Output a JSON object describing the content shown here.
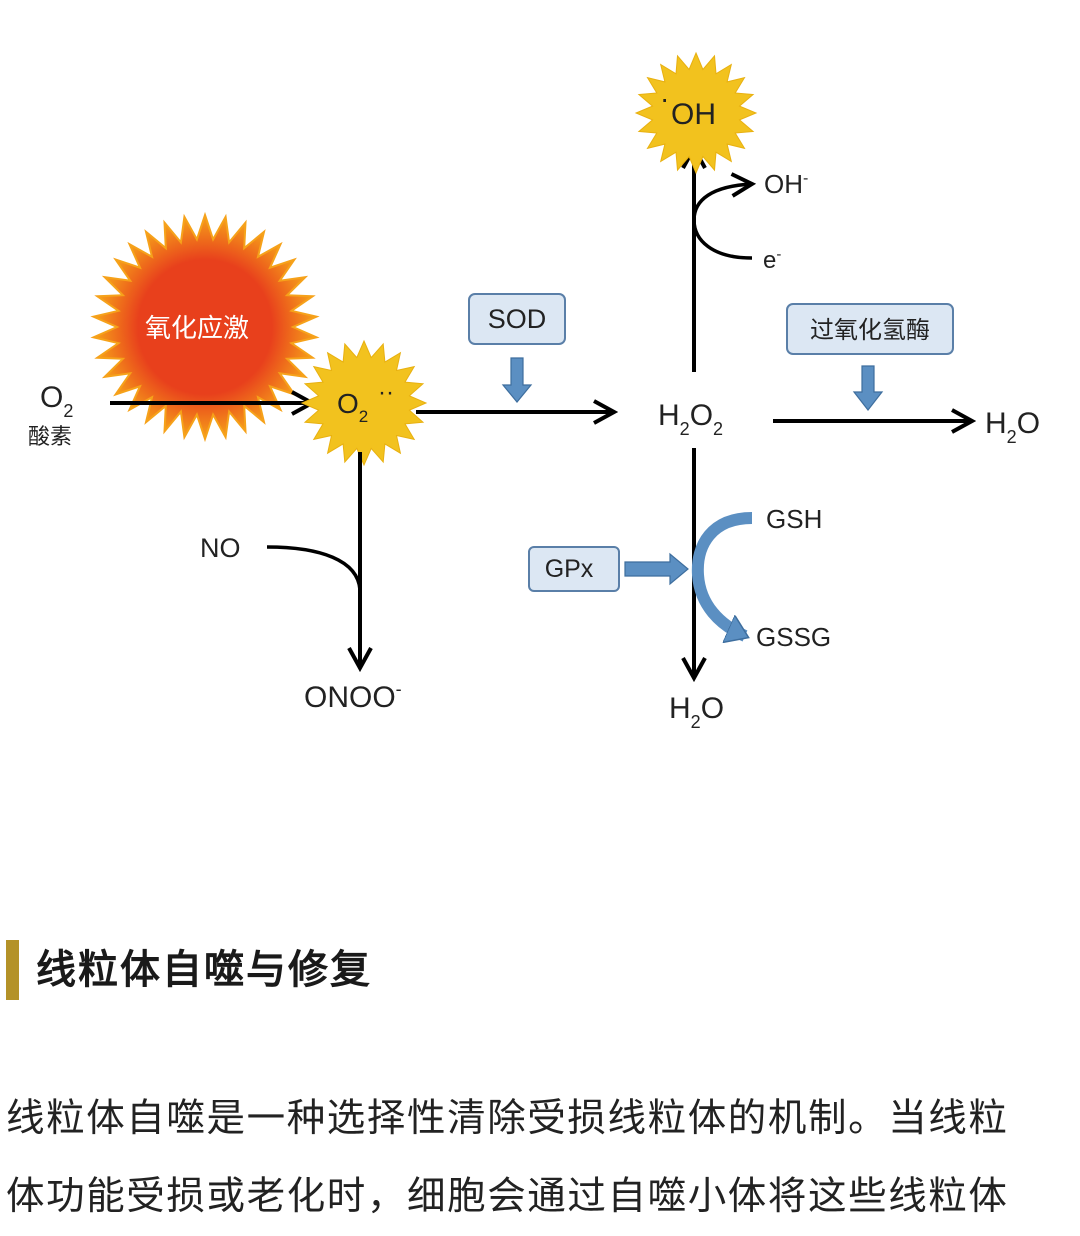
{
  "diagram": {
    "stress_label": "氧化应激",
    "o2_main": "O",
    "o2_sub": "2",
    "o2_caption": "酸素",
    "superoxide_main": "O",
    "superoxide_sub": "2",
    "superoxide_dots": "··",
    "sod_label": "SOD",
    "h2o2_h": "H",
    "h2o2_sub1": "2",
    "h2o2_o": "O",
    "h2o2_sub2": "2",
    "catalase_label": "过氧化氢酶",
    "h2o_right_h": "H",
    "h2o_right_sub": "2",
    "h2o_right_o": "O",
    "oh_radical_dot": "·",
    "oh_radical": "OH",
    "oh_ion": "OH",
    "oh_ion_sup": "-",
    "electron": "e",
    "electron_sup": "-",
    "gsh": "GSH",
    "gssg": "GSSG",
    "gpx_label": "GPx",
    "h2o_bottom_h": "H",
    "h2o_bottom_sub": "2",
    "h2o_bottom_o": "O",
    "no_label": "NO",
    "peroxynitrite": "ONOO",
    "peroxynitrite_sup": "-",
    "colors": {
      "stress_burst": "#e8401c",
      "stress_burst_edge": "#f6a21a",
      "radical_burst": "#f2c21e",
      "enzyme_box_fill": "#dce7f3",
      "enzyme_box_stroke": "#5a7fa8",
      "enzyme_arrow": "#5b8fc2",
      "section_bar": "#b49228"
    }
  },
  "section": {
    "heading": "线粒体自噬与修复"
  },
  "paragraph": {
    "line1": "线粒体自噬是一种选择性清除受损线粒体的机制。当线粒",
    "line2": "体功能受损或老化时，细胞会通过自噬小体将这些线粒体"
  }
}
